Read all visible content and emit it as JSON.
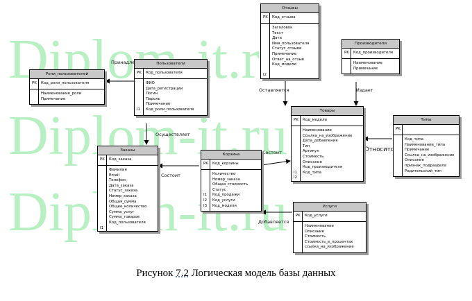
{
  "watermark": {
    "lines": [
      "Diplom-it.ru",
      "Diplom-it.ru",
      "Diplom-it.ru"
    ],
    "color": "#b8f0c4"
  },
  "entities": {
    "otzyvy": {
      "title": "Отзывы",
      "pk_tag": "PK",
      "pk": "Код_отзыва",
      "tags": [
        "",
        "",
        "",
        "",
        "",
        "",
        "",
        "",
        "",
        "I2"
      ],
      "attrs": [
        "Заголовок",
        "Текст",
        "Дата",
        "Имя_пользователя",
        "Статус_отзыва",
        "Примечание",
        "Ответ_на_отзыв",
        "Код_модели"
      ]
    },
    "proizvoditeli": {
      "title": "Производители",
      "pk_tag": "PK",
      "pk": "Код_производителя",
      "tags": [],
      "attrs": [
        "Наименование",
        "Примечание"
      ]
    },
    "roli": {
      "title": "Роли_пользователей",
      "pk_tag": "PK",
      "pk": "Код_роли_пользователя",
      "tags": [],
      "attrs": [
        "Наименование_роли",
        "Примечание"
      ]
    },
    "polzovateli": {
      "title": "Пользователи",
      "pk_tag": "PK",
      "pk": "Код_пользователя",
      "tags": [
        "",
        "",
        "",
        "",
        "",
        "I1"
      ],
      "attrs": [
        "ФИО",
        "Дата_регистрации",
        "Логин",
        "Пароль",
        "Примечание",
        "Код_роли_пользователя"
      ]
    },
    "tovary": {
      "title": "Товары",
      "pk_tag": "PK",
      "pk": "Код_модели",
      "tags": [
        "",
        "",
        "",
        "",
        "",
        "",
        "",
        "",
        "I1",
        "I2"
      ],
      "attrs": [
        "Наименование",
        "Ссылка_на_изображение",
        "Дата_добавления",
        "Тип",
        "Артикул",
        "Стоимость",
        "Описание",
        "Код_производителя",
        "Код_типа"
      ]
    },
    "tipy": {
      "title": "Типы",
      "pk_tag": "PK",
      "pk": "",
      "tags": [],
      "attrs": [
        "Код_типа",
        "Наименование_типа",
        "Примечание",
        "Ссылка_на_изображение",
        "Описание",
        "признак_подраздела",
        "Родительский_тип"
      ]
    },
    "zakazy": {
      "title": "Заказы",
      "pk_tag": "PK",
      "pk": "Код_заказа",
      "tags": [
        "",
        "",
        "",
        "",
        "",
        "",
        "",
        "",
        "",
        "",
        "",
        "I1"
      ],
      "attrs": [
        "Фамилия",
        "Email",
        "Телефон",
        "Дата_заказа",
        "Статус_заказа",
        "Номер_заказа",
        "Общая_сумма",
        "Общее_количество",
        "Сумма_услуг",
        "Сумма_товаров",
        "Код_пользователя"
      ]
    },
    "korzina": {
      "title": "Корзина",
      "pk_tag": "PK",
      "pk": "Код_корзины",
      "tags": [
        "",
        "",
        "",
        "",
        "I1",
        "I2",
        "I3"
      ],
      "attrs": [
        "Количество",
        "Номер_заказа",
        "Общая_стоимость",
        "Статус",
        "Код_продажи",
        "Код_услуги",
        "Код_модели"
      ]
    },
    "uslugi": {
      "title": "Услуги",
      "pk_tag": "PK",
      "pk": "Код_услуги",
      "tags": [],
      "attrs": [
        "Наименование",
        "Описание",
        "Стоимость",
        "Стоимость_в_процентах",
        "ссылка_на_изображение"
      ]
    }
  },
  "relations": {
    "prinadlezhit": "Принадлежит",
    "ostavlyaetsya": "Оставляется",
    "izdaet": "Издает",
    "osuschestvlyaet": "Осуществляет",
    "otnositsya": "Относится",
    "sostoit_1": "Состоит",
    "sostoit_2": "Состоит",
    "dobavlyaetsya": "Добавляется"
  },
  "caption": {
    "prefix": "Рисунок",
    "number": "7.2",
    "text": "Логическая модель базы данных"
  }
}
